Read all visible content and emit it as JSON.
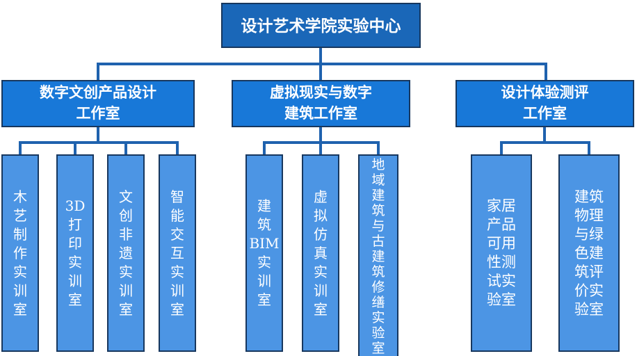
{
  "colors": {
    "root_fill": "#1a67b8",
    "branch_fill": "#1878d8",
    "leaf_fill": "#4c95e4",
    "border": "#17375e",
    "connector": "#1f62ae",
    "text": "#ffffff"
  },
  "root": {
    "label": "设计艺术学院实验中心"
  },
  "branches": [
    {
      "label": "数字文创产品设计\n工作室",
      "leaves": [
        "木\n艺\n制\n作\n实\n训\n室",
        "3D\n打\n印\n实\n训\n室",
        "文\n创\n非\n遗\n实\n训\n室",
        "智\n能\n交\n互\n实\n训\n室"
      ]
    },
    {
      "label": "虚拟现实与数字\n建筑工作室",
      "leaves": [
        "建\n筑\nBIM\n实\n训\n室",
        "虚\n拟\n仿\n真\n实\n训\n室",
        "地\n域\n建\n筑\n与\n古\n建\n筑\n修\n缮\n实\n验\n室"
      ]
    },
    {
      "label": "设计体验测评\n工作室",
      "leaves": [
        "家居\n产品\n可用\n性测\n试实\n验室",
        "建筑\n物理\n与绿\n色建\n筑评\n价实\n验室"
      ]
    }
  ]
}
